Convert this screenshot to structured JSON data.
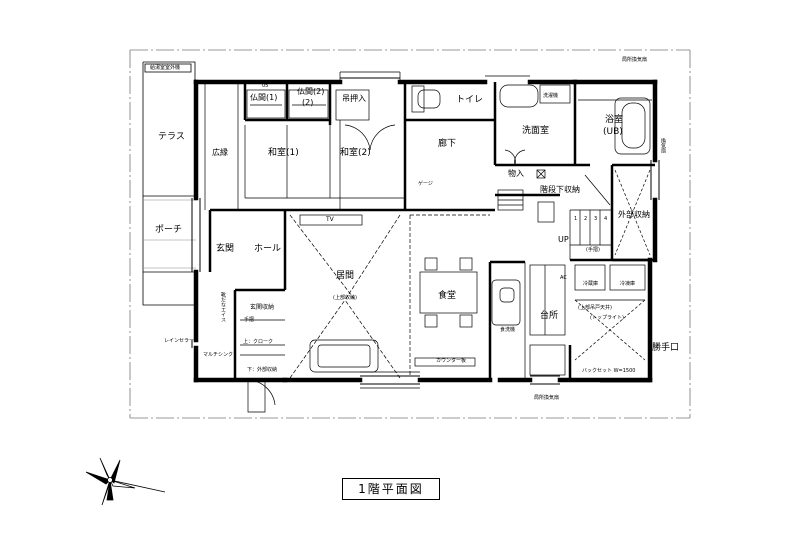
{
  "title": "1階平面図",
  "rooms": {
    "terrace": "テラス",
    "engawa": "広縁",
    "washitsu1": "和室(1)",
    "washitsu2": "和室(2)",
    "butsuma1": "仏間(1)",
    "butsuma2": "仏間(2)",
    "tsurioshiire": "吊押入",
    "toilet": "トイレ",
    "senmenjo": "洗面室",
    "yokushitsu": "浴室",
    "yokushitsu_sub": "(UB)",
    "rouka": "廊下",
    "monoire": "物入",
    "kaidanshita": "階段下収納",
    "gaibu_shuno": "外部収納",
    "porch": "ポーチ",
    "genkan": "玄関",
    "hall": "ホール",
    "ima": "居間",
    "ima_sub": "(上部収納)",
    "shokudo": "食堂",
    "daidokoro": "台所",
    "katteguchi": "勝手口",
    "genkan_shuno": "玄関収納"
  },
  "notes": {
    "kyutoki": "給湯室室外機",
    "fusuma": "05",
    "sentakuki": "洗濯機",
    "tv": "TV",
    "gauge": "ゲージ",
    "up": "UP",
    "hand": "(手摺)",
    "step1": "1",
    "step2": "2",
    "step3": "3",
    "step4": "4",
    "ac": "AC",
    "reizoko": "冷蔵庫",
    "reitoko": "冷凍庫",
    "jobu": "(上部吊戸天井)",
    "toplight": "(トップライト)",
    "shokusenki": "食洗機",
    "counter": "カウンター板",
    "backset": "バックセット W=1500",
    "kisei_top": "局所換気扇",
    "kisei_bottom": "局所換気扇",
    "kisei_side": "換気扇",
    "rain": "レインセラー",
    "multi": "マルチシンク",
    "cloak": "上：クローク",
    "gaibu_bottom": "下：外部収納",
    "tesuri": "手摺",
    "kutsu": "靴だなエイス"
  }
}
